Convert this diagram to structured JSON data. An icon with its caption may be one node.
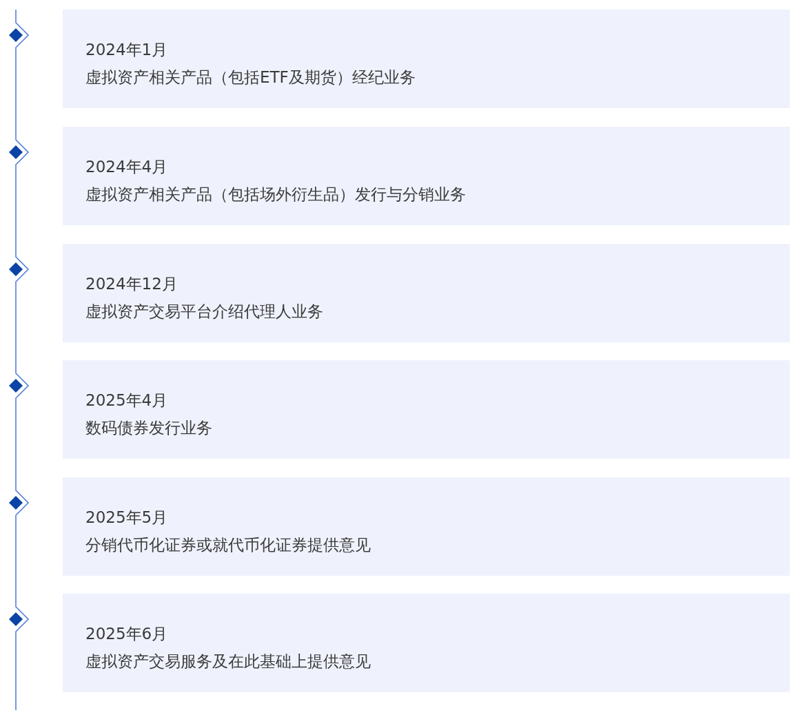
{
  "diagram": {
    "nodes": [
      {
        "text": [
          "2024年1月",
          "虚拟资产相关产品（包括ETF及期货）经纪业务"
        ]
      },
      {
        "text": [
          "2024年4月",
          "虚拟资产相关产品（包括场外衍生品）发行与分销业务"
        ]
      },
      {
        "text": [
          "2024年12月",
          "虚拟资产交易平台介绍代理人业务"
        ]
      },
      {
        "text": [
          "2025年4月",
          "数码债券发行业务"
        ]
      },
      {
        "text": [
          "2025年5月",
          "分销代币化证券或就代币化证券提供意见"
        ]
      },
      {
        "text": [
          "2025年6月",
          "虚拟资产交易服务及在此基础上提供意见"
        ]
      }
    ]
  }
}
